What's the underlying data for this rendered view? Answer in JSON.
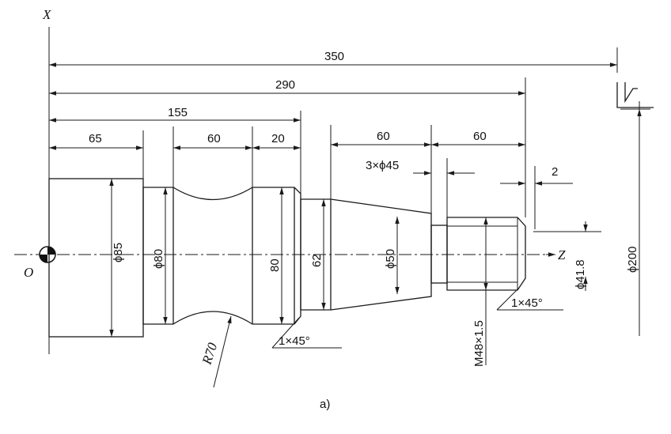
{
  "axes": {
    "x_label": "X",
    "z_label": "Z",
    "origin_label": "O"
  },
  "dimensions": {
    "total_length": "350",
    "length_290": "290",
    "length_155": "155",
    "seg_65": "65",
    "seg_60_a": "60",
    "seg_20": "20",
    "seg_60_b": "60",
    "seg_60_c": "60",
    "groove": "3×ϕ45",
    "chamfer_len": "2"
  },
  "diameters": {
    "d85": "ϕ85",
    "d80": "ϕ80",
    "d80b": "80",
    "d62": "62",
    "d50": "ϕ50",
    "d41_8": "ϕ41.8",
    "d200": "ϕ200"
  },
  "callouts": {
    "radius": "R70",
    "chamfer_mid": "1×45°",
    "chamfer_end": "1×45°",
    "thread": "M48×1.5"
  },
  "caption": "a)"
}
